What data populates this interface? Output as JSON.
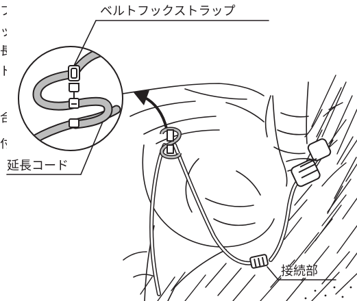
{
  "labels": {
    "belt_hook_strap": "ベルトフックストラップ",
    "extension_cord": "延長コード",
    "connection_part": "接続部"
  },
  "clipped_text_fragments": [
    "フ",
    "ッ",
    "長",
    "ド",
    "合",
    "付"
  ],
  "colors": {
    "ink": "#231f20",
    "fill_gray": "#bdbdbd",
    "paper": "#ffffff"
  },
  "icons": [
    "curved-arrow-icon"
  ]
}
